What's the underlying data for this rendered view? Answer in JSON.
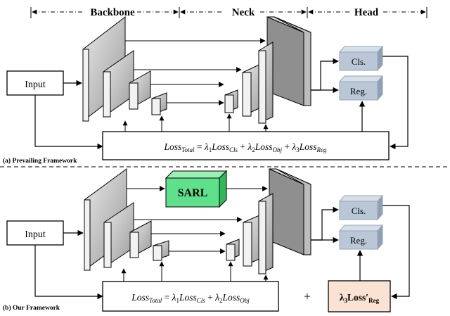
{
  "header": {
    "backbone": "Backbone",
    "neck": "Neck",
    "head": "Head"
  },
  "top": {
    "input_label": "Input",
    "cls_label": "Cls.",
    "reg_label": "Reg.",
    "loss": {
      "prefix": "Loss",
      "total_sub": "Total",
      "eq": " = ",
      "l1": "λ",
      "l1_sub": "1",
      "term1": "Loss",
      "term1_sub": "Cls",
      "plus1": " + ",
      "l2": "λ",
      "l2_sub": "2",
      "term2": "Loss",
      "term2_sub": "Obj",
      "plus2": " + ",
      "l3": "λ",
      "l3_sub": "3",
      "term3": "Loss",
      "term3_sub": "Reg"
    },
    "caption": "(a) Prevailing Framework"
  },
  "bottom": {
    "input_label": "Input",
    "sarl_label": "SARL",
    "cls_label": "Cls.",
    "reg_label": "Reg.",
    "loss": {
      "prefix": "Loss",
      "total_sub": "Total",
      "eq": " = ",
      "l1": "λ",
      "l1_sub": "1",
      "term1": "Loss",
      "term1_sub": "Cls",
      "plus1": " + ",
      "l2": "λ",
      "l2_sub": "2",
      "term2": "Loss",
      "term2_sub": "Obj"
    },
    "plus": "+",
    "reg_loss": {
      "lambda": "λ",
      "lambda_sub": "3",
      "loss": "Loss′",
      "loss_sub": "Reg"
    },
    "caption": "(b) Our Framework"
  },
  "colors": {
    "sarl_fill": "#5fe08a",
    "reg_loss_fill": "#fbe3d3",
    "head_box_fill": "#b9c7d6",
    "layer_dark": "#8f8f8f",
    "layer_light": "#f2f2f2"
  }
}
